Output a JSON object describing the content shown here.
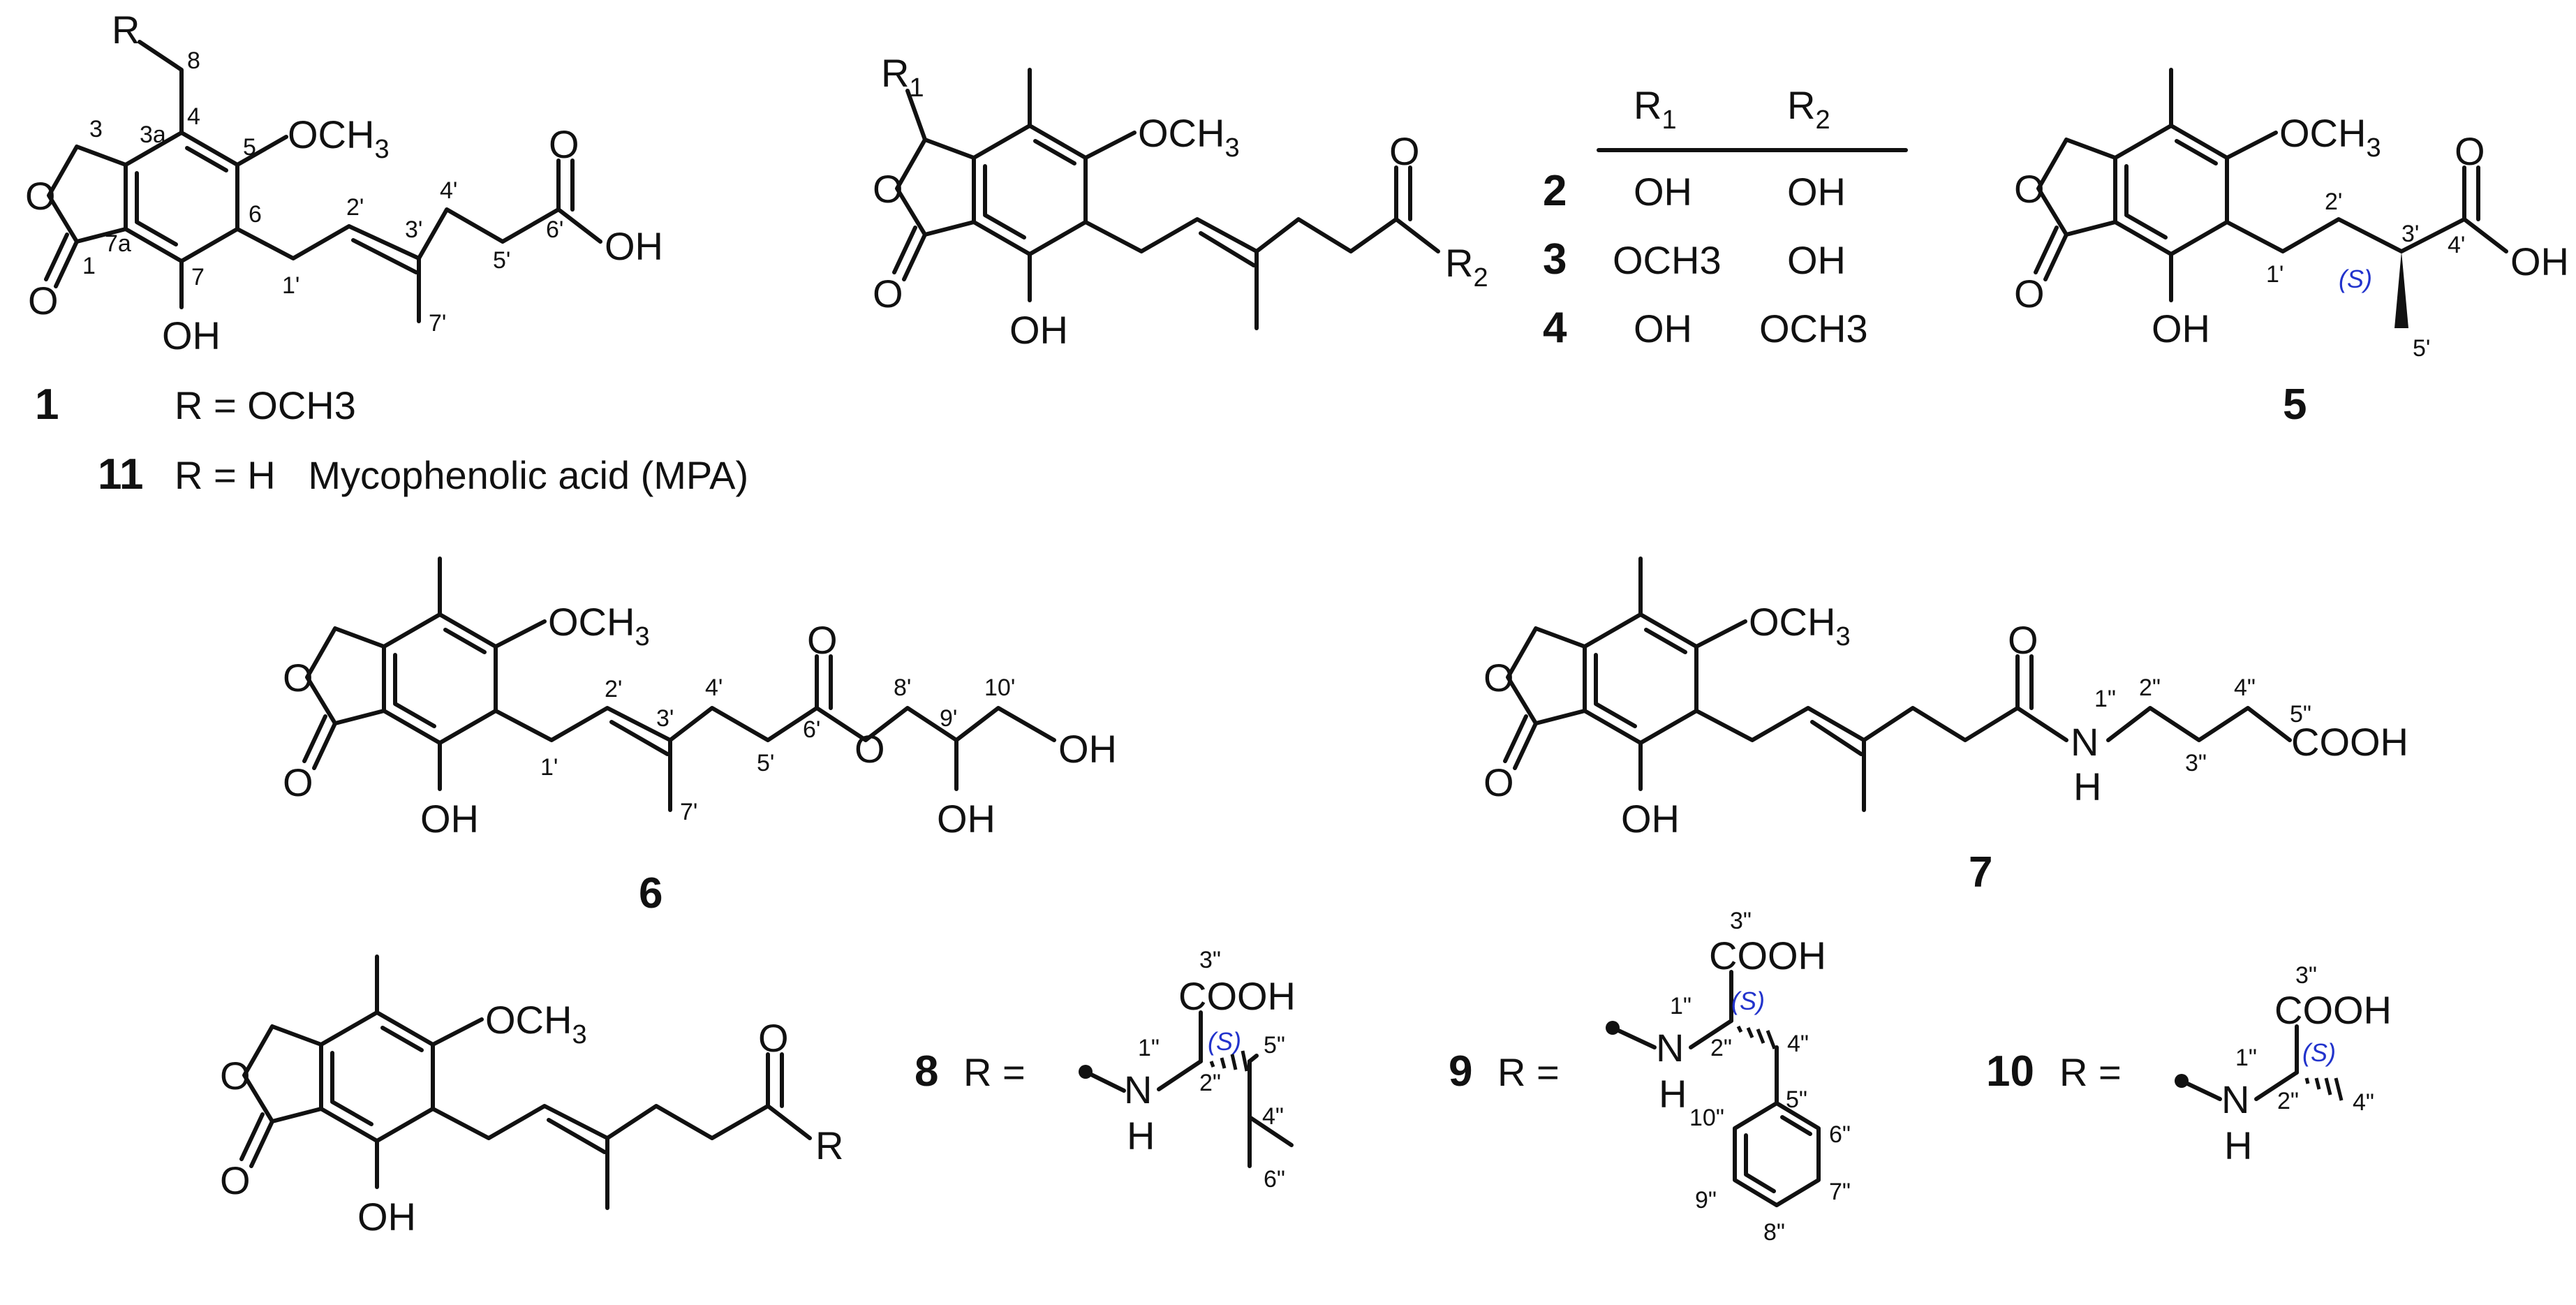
{
  "compound1": {
    "number_a": "1",
    "label_a": "R = OCH3",
    "number_b": "11",
    "label_b": "R = H   Mycophenolic acid (MPA)",
    "atoms": {
      "R": "R",
      "a8": "8",
      "a3": "3",
      "a3a": "3a",
      "a4": "4",
      "a5": "5",
      "och3": "OCH",
      "sub3": "3",
      "a6": "6",
      "a7a": "7a",
      "a7": "7",
      "a1": "1",
      "oh": "OH",
      "a1p": "1'",
      "a2p": "2'",
      "a3p": "3'",
      "a4p": "4'",
      "a5p": "5'",
      "a6p": "6'",
      "a7p": "7'",
      "acid_oh": "OH",
      "ring_o": "O",
      "co": "O",
      "co2": "O"
    }
  },
  "compound2to4": {
    "atoms": {
      "R1": "R",
      "sub1": "1",
      "och3": "OCH",
      "sub3": "3",
      "oh": "OH",
      "R2": "R",
      "sub2": "2",
      "ring_o": "O",
      "co": "O",
      "ketone_o": "O"
    },
    "table": {
      "header_r1": "R",
      "header_r1_sub": "1",
      "header_r2": "R",
      "header_r2_sub": "2",
      "rows": [
        {
          "num": "2",
          "r1": "OH",
          "r2": "OH"
        },
        {
          "num": "3",
          "r1": "OCH3",
          "r2": "OH"
        },
        {
          "num": "4",
          "r1": "OH",
          "r2": "OCH3"
        }
      ]
    }
  },
  "compound5": {
    "number": "5",
    "atoms": {
      "och3": "OCH",
      "sub3": "3",
      "oh": "OH",
      "a1p": "1'",
      "a2p": "2'",
      "a3p": "3'",
      "a4p": "4'",
      "a5p": "5'",
      "stereo": "(S)",
      "acid_oh": "OH",
      "ring_o": "O",
      "co": "O",
      "co2": "O"
    }
  },
  "compound6": {
    "number": "6",
    "atoms": {
      "och3": "OCH",
      "sub3": "3",
      "oh": "OH",
      "a1p": "1'",
      "a2p": "2'",
      "a3p": "3'",
      "a4p": "4'",
      "a5p": "5'",
      "a6p": "6'",
      "a7p": "7'",
      "a8p": "8'",
      "a9p": "9'",
      "a10p": "10'",
      "ester_o": "O",
      "oh9": "OH",
      "oh10": "OH",
      "ring_o": "O",
      "co": "O",
      "co2": "O"
    }
  },
  "compound7": {
    "number": "7",
    "atoms": {
      "och3": "OCH",
      "sub3": "3",
      "oh": "OH",
      "n": "N",
      "h": "H",
      "a1pp": "1\"",
      "a2pp": "2\"",
      "a3pp": "3\"",
      "a4pp": "4\"",
      "a5pp": "5\"",
      "cooh": "COOH",
      "ring_o": "O",
      "co": "O",
      "amide_o": "O"
    }
  },
  "compound8to10": {
    "atoms": {
      "och3": "OCH",
      "sub3": "3",
      "oh": "OH",
      "R": "R",
      "ring_o": "O",
      "co": "O",
      "ketone_o": "O"
    },
    "c8": {
      "number": "8",
      "prefix": "R =",
      "n": "N",
      "h": "H",
      "a1pp": "1\"",
      "a2pp": "2\"",
      "a3pp": "3\"",
      "a4pp": "4\"",
      "a5pp": "5\"",
      "a6pp": "6\"",
      "cooh": "COOH",
      "stereo": "(S)"
    },
    "c9": {
      "number": "9",
      "prefix": "R =",
      "n": "N",
      "h": "H",
      "a1pp": "1\"",
      "a2pp": "2\"",
      "a3pp": "3\"",
      "a4pp": "4\"",
      "a5pp": "5\"",
      "a6pp": "6\"",
      "a7pp": "7\"",
      "a8pp": "8\"",
      "a9pp": "9\"",
      "a10pp": "10\"",
      "cooh": "COOH",
      "stereo": "(S)"
    },
    "c10": {
      "number": "10",
      "prefix": "R =",
      "n": "N",
      "h": "H",
      "a1pp": "1\"",
      "a2pp": "2\"",
      "a3pp": "3\"",
      "a4pp": "4\"",
      "cooh": "COOH",
      "stereo": "(S)"
    }
  }
}
